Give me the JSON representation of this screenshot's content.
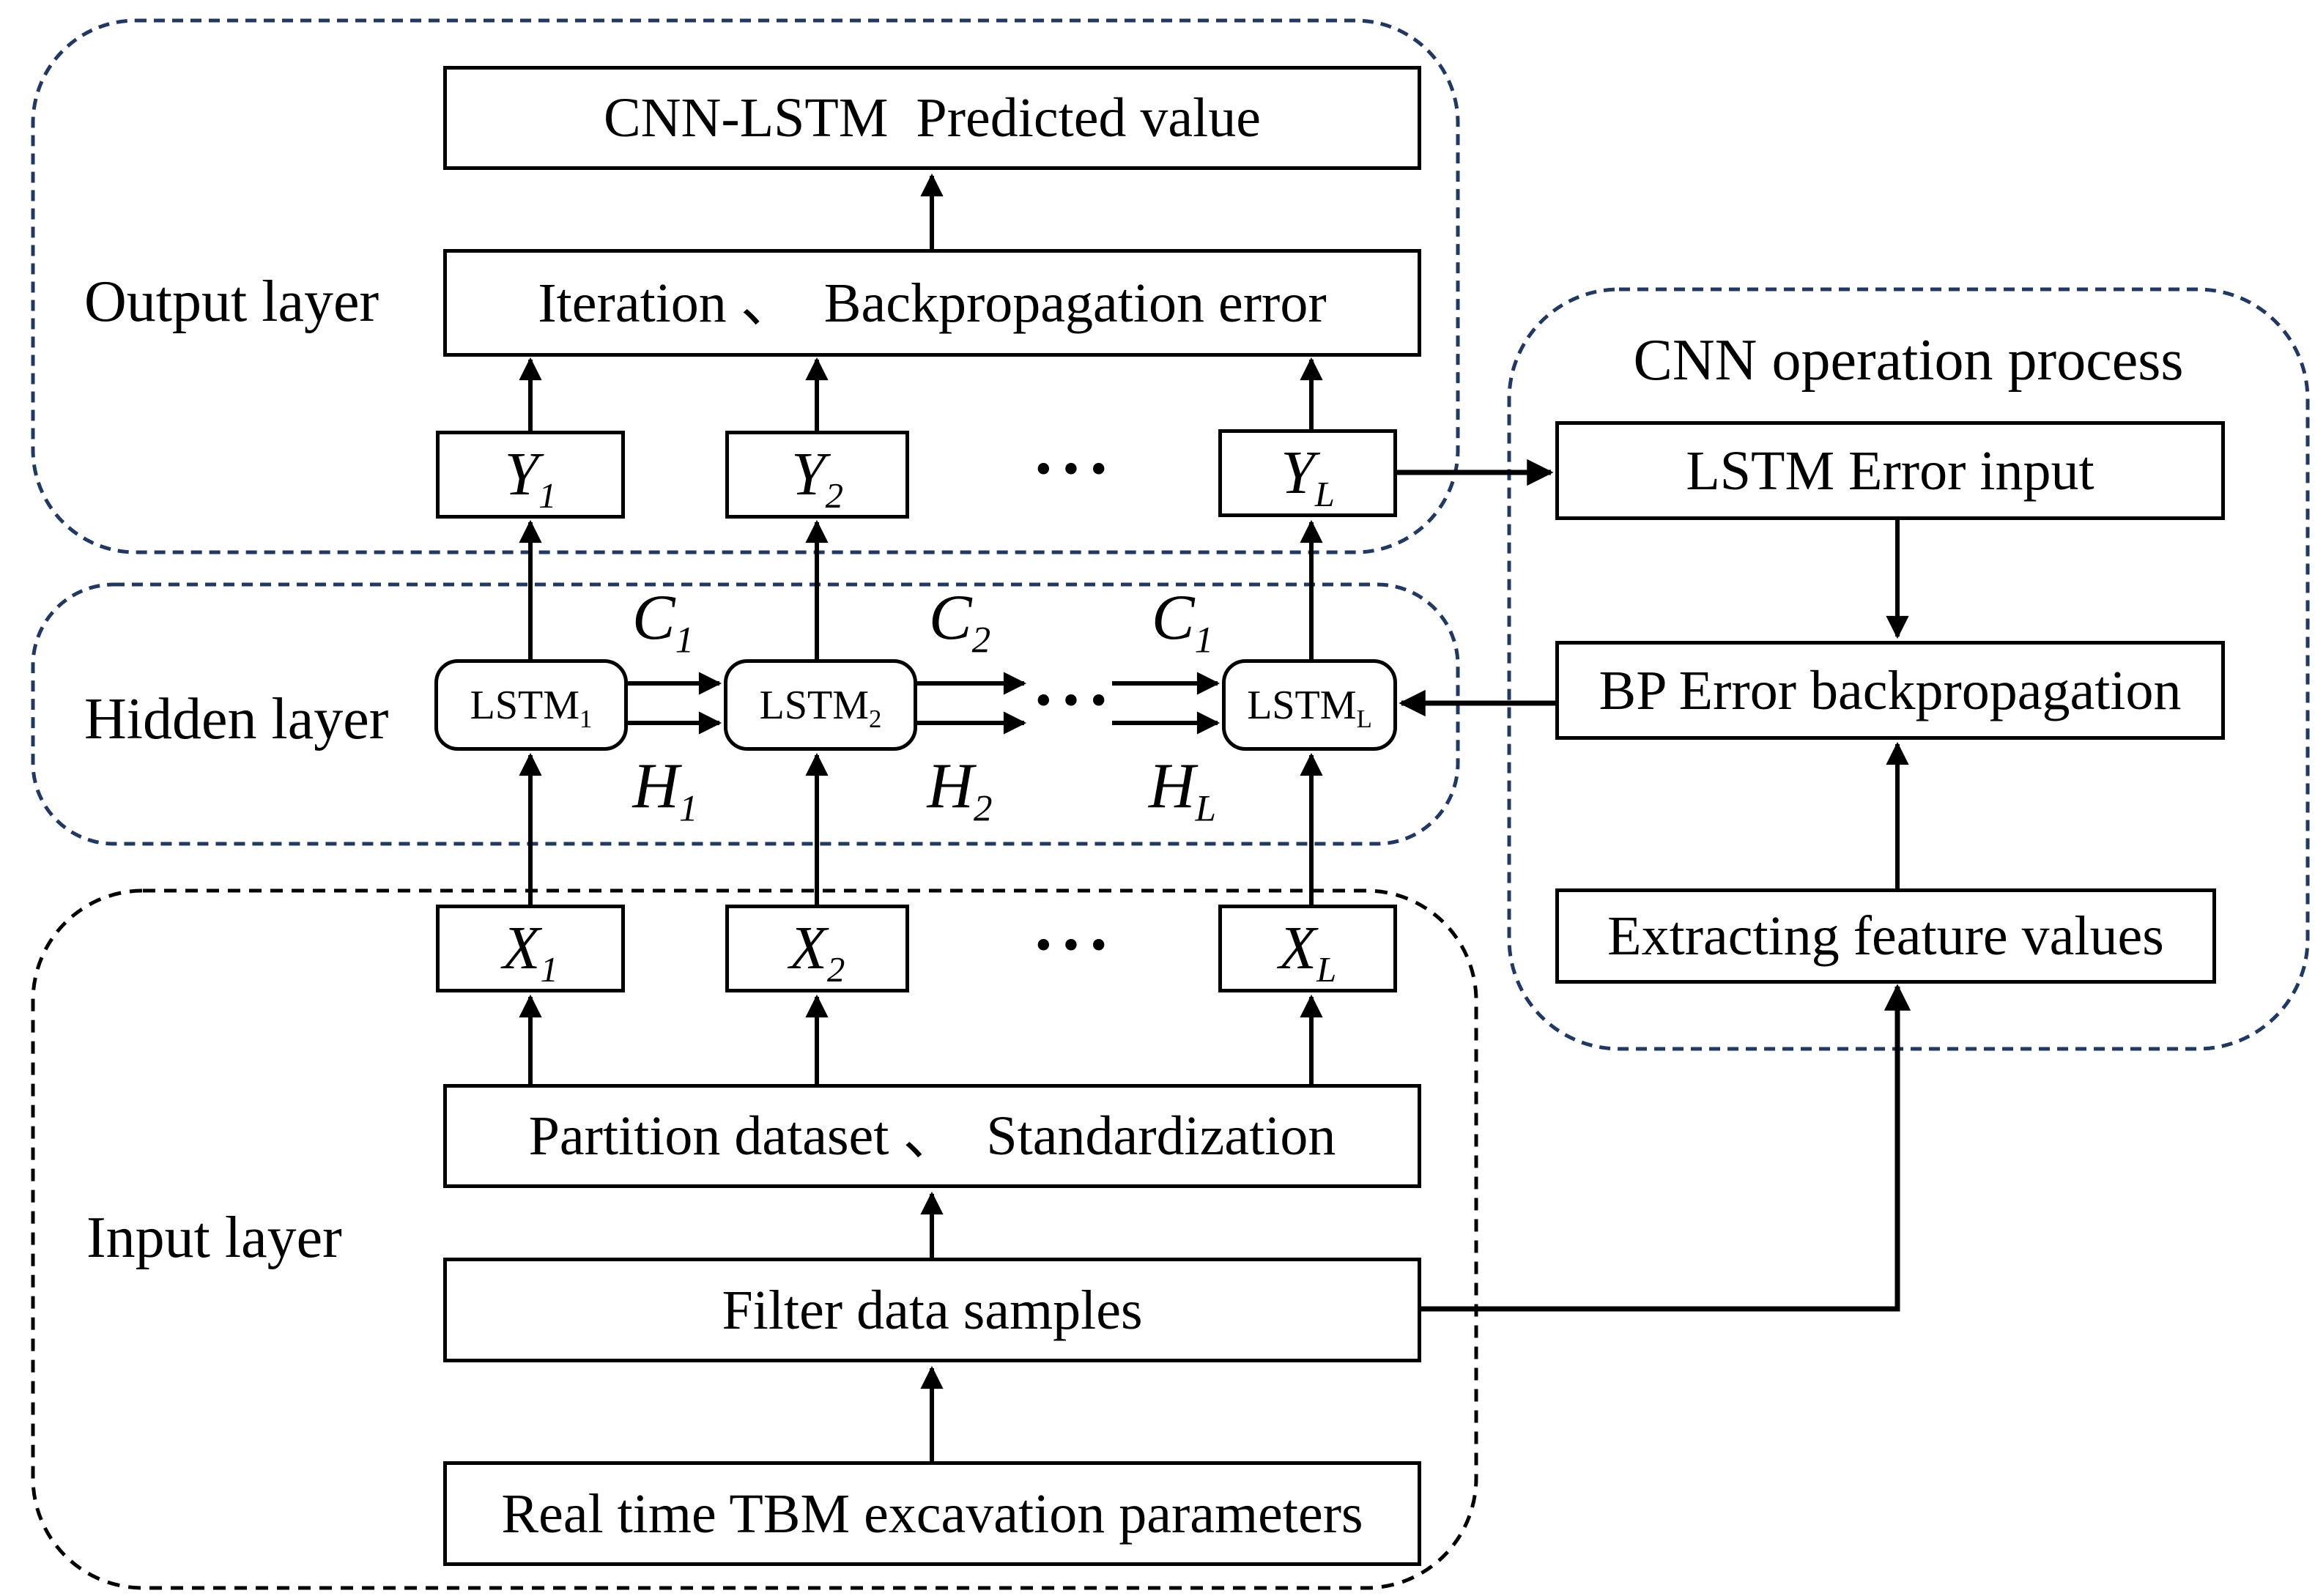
{
  "colors": {
    "dash_navy": "#1f3864",
    "dash_black": "#000000",
    "line": "#000000",
    "background": "#ffffff"
  },
  "layers": {
    "output": {
      "label": "Output layer"
    },
    "hidden": {
      "label": "Hidden layer"
    },
    "input": {
      "label": "Input layer"
    },
    "cnn": {
      "label": "CNN operation process"
    }
  },
  "boxes": {
    "predicted": "CNN-LSTM  Predicted value",
    "iteration": "Iteration 、  Backpropagation error",
    "partition": "Partition dataset 、  Standardization",
    "filter": "Filter data samples",
    "realtime": "Real time TBM excavation parameters",
    "lstm_error": "LSTM Error input",
    "bp_error": "BP Error backpropagation",
    "extract": "Extracting feature values"
  },
  "nodes": {
    "y1": {
      "base": "Y",
      "sub": "1"
    },
    "y2": {
      "base": "Y",
      "sub": "2"
    },
    "yl": {
      "base": "Y",
      "sub": "L"
    },
    "x1": {
      "base": "X",
      "sub": "1"
    },
    "x2": {
      "base": "X",
      "sub": "2"
    },
    "xl": {
      "base": "X",
      "sub": "L"
    },
    "lstm1": {
      "base": "LSTM",
      "sub": "1"
    },
    "lstm2": {
      "base": "LSTM",
      "sub": "2"
    },
    "lstml": {
      "base": "LSTM",
      "sub": "L"
    },
    "c1": {
      "base": "C",
      "sub": "1"
    },
    "c2": {
      "base": "C",
      "sub": "2"
    },
    "c3": {
      "base": "C",
      "sub": "1"
    },
    "h1": {
      "base": "H",
      "sub": "1"
    },
    "h2": {
      "base": "H",
      "sub": "2"
    },
    "hl": {
      "base": "H",
      "sub": "L"
    }
  },
  "misc": {
    "ellipsis": "···"
  }
}
